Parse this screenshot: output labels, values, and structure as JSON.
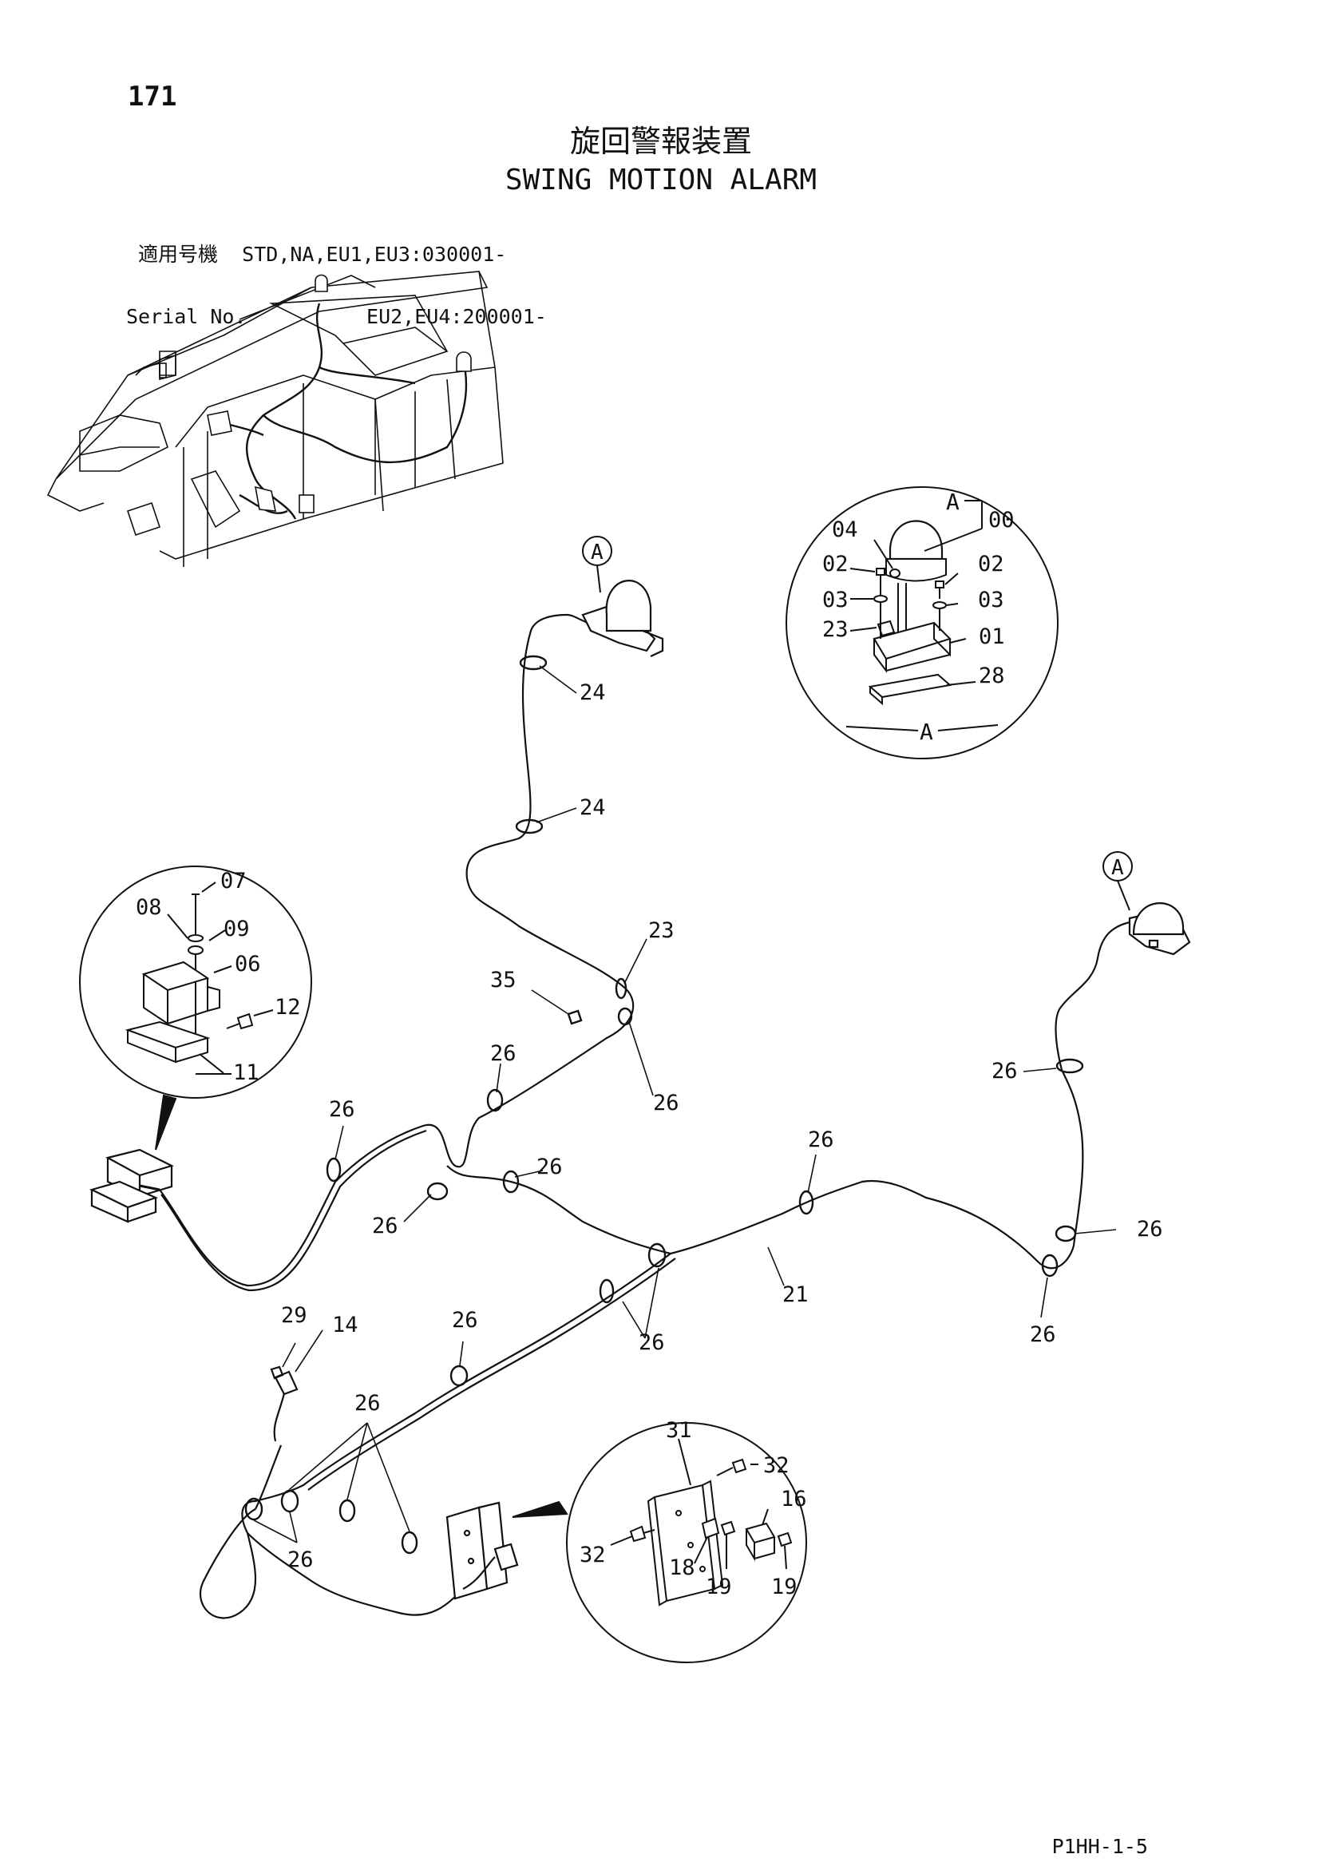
{
  "page_number": "171",
  "title_jp": "旋回警報装置",
  "title_en": "SWING MOTION ALARM",
  "serial": {
    "row1_label": " 適用号機",
    "row1_value": "  STD,NA,EU1,EU3:030001-",
    "row2_label": "Serial No.",
    "row2_value": "          EU2,EU4:200001-"
  },
  "detail_marks": {
    "A": "A"
  },
  "labels": {
    "l00": "00",
    "l01": "01",
    "l02a": "02",
    "l02b": "02",
    "l03a": "03",
    "l03b": "03",
    "l04": "04",
    "l23a": "23",
    "l28": "28",
    "l07": "07",
    "l08": "08",
    "l09": "09",
    "l06": "06",
    "l12": "12",
    "l11": "11",
    "l24a": "24",
    "l24b": "24",
    "l23b": "23",
    "l35": "35",
    "l26a": "26",
    "l26b": "26",
    "l26c": "26",
    "l26d": "26",
    "l26e": "26",
    "l26f": "26",
    "l26g": "26",
    "l26h": "26",
    "l26i": "26",
    "l26j": "26",
    "l26k": "26",
    "l26l": "26",
    "l26m": "26",
    "l21": "21",
    "l29": "29",
    "l14": "14",
    "l31": "31",
    "l32a": "32",
    "l32b": "32",
    "l16": "16",
    "l18": "18",
    "l19a": "19",
    "l19b": "19"
  },
  "doc_code": "P1HH-1-5"
}
